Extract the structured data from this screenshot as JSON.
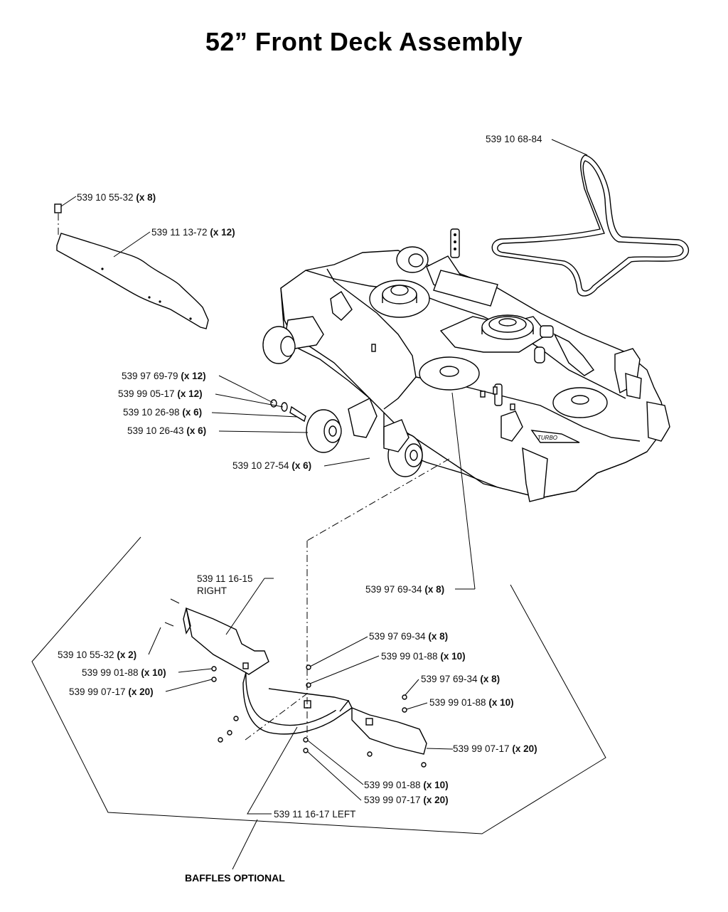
{
  "title": "52” Front Deck Assembly",
  "callouts": {
    "belt": {
      "part": "539 10 68-84",
      "qty": ""
    },
    "blade_bolt_top": {
      "part": "539 10 55-32",
      "qty": "(x 8)"
    },
    "blade": {
      "part": "539 11 13-72",
      "qty": "(x 12)"
    },
    "nut_69_79": {
      "part": "539 97 69-79",
      "qty": "(x 12)"
    },
    "washer_05_17": {
      "part": "539 99 05-17",
      "qty": "(x 12)"
    },
    "spacer_26_98": {
      "part": "539 10 26-98",
      "qty": "(x 6)"
    },
    "wheel_26_43": {
      "part": "539 10 26-43",
      "qty": "(x 6)"
    },
    "bolt_27_54": {
      "part": "539 10 27-54",
      "qty": "(x 6)"
    },
    "baffle_right": {
      "part": "539 11 16-15",
      "qty": "",
      "side": "RIGHT"
    },
    "nut_69_34_deck": {
      "part": "539 97 69-34",
      "qty": "(x 8)"
    },
    "baffle_bolt": {
      "part": "539 10 55-32",
      "qty": "(x 2)"
    },
    "washer_01_88_a": {
      "part": "539 99 01-88",
      "qty": "(x 10)"
    },
    "washer_07_17_a": {
      "part": "539 99 07-17",
      "qty": "(x 20)"
    },
    "nut_69_34_b": {
      "part": "539 97 69-34",
      "qty": "(x 8)"
    },
    "washer_01_88_b": {
      "part": "539 99 01-88",
      "qty": "(x 10)"
    },
    "nut_69_34_c": {
      "part": "539 97 69-34",
      "qty": "(x 8)"
    },
    "washer_01_88_c": {
      "part": "539 99 01-88",
      "qty": "(x 10)"
    },
    "washer_07_17_b": {
      "part": "539 99 07-17",
      "qty": "(x 20)"
    },
    "washer_01_88_d": {
      "part": "539 99 01-88",
      "qty": "(x 10)"
    },
    "washer_07_17_c": {
      "part": "539 99 07-17",
      "qty": "(x 20)"
    },
    "baffle_left": {
      "part": "539 11 16-17 LEFT",
      "qty": ""
    }
  },
  "caption": "BAFFLES OPTIONAL",
  "deck_decal": "TURBO"
}
